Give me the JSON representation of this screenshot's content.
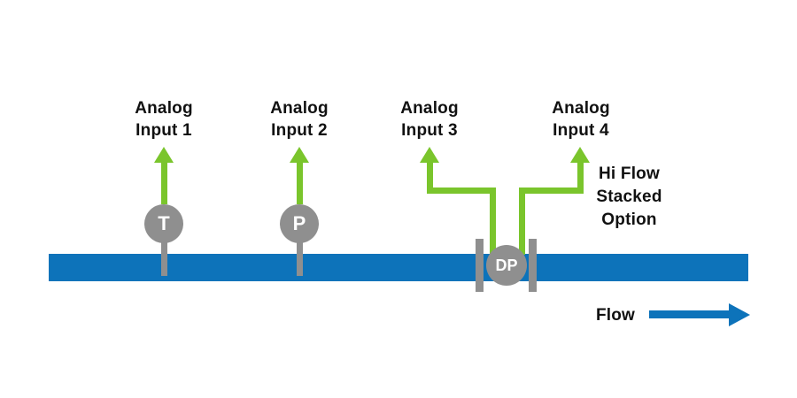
{
  "colors": {
    "pipe": "#0d73ba",
    "arrow": "#7ac52c",
    "sensor": "#8f8f8f",
    "text": "#111111"
  },
  "labels": {
    "input1": "Analog\nInput 1",
    "input2": "Analog\nInput 2",
    "input3": "Analog\nInput 3",
    "input4": "Analog\nInput 4",
    "hi_flow": "Hi Flow\nStacked\nOption",
    "flow": "Flow"
  },
  "sensors": {
    "t": "T",
    "p": "P",
    "dp": "DP"
  }
}
